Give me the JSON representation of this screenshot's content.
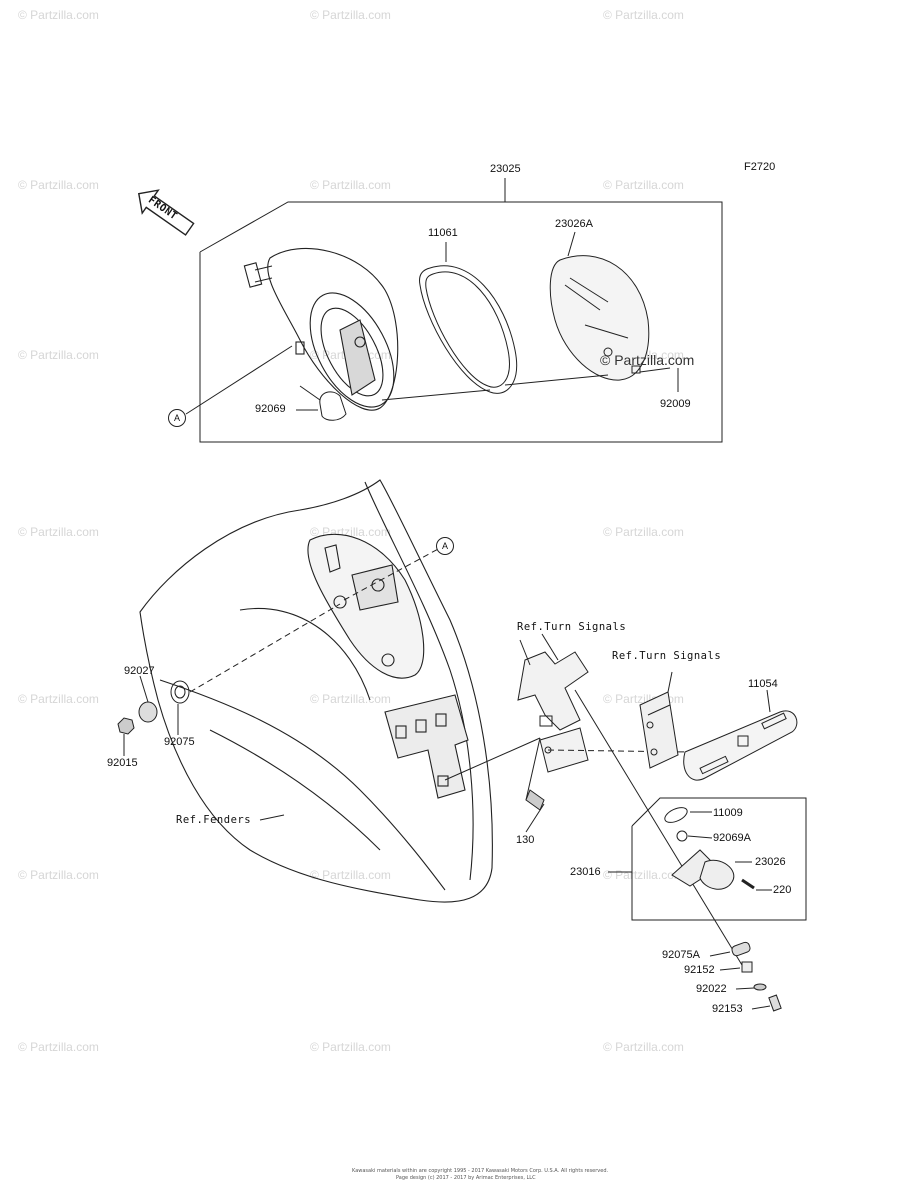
{
  "watermark": "© Partzilla.com",
  "figure_code": "F2720",
  "inline_watermark": "© Partzilla.com",
  "front_arrow": "FRONT",
  "callout_A": "A",
  "parts": {
    "p23025": "23025",
    "p11061": "11061",
    "p23026A": "23026A",
    "p92069": "92069",
    "p92009": "92009",
    "p92027": "92027",
    "p92075": "92075",
    "p92015": "92015",
    "p130": "130",
    "p11054": "11054",
    "p11009": "11009",
    "p92069A": "92069A",
    "p23026": "23026",
    "p220": "220",
    "p23016": "23016",
    "p92075A": "92075A",
    "p92152": "92152",
    "p92022": "92022",
    "p92153": "92153"
  },
  "refs": {
    "turn_signals_1": "Ref.Turn Signals",
    "turn_signals_2": "Ref.Turn Signals",
    "fenders": "Ref.Fenders"
  },
  "footer": {
    "line1": "Kawasaki materials within are copyright 1995 - 2017 Kawasaki Motors Corp. U.S.A. All rights reserved.",
    "line2": "Page design (c) 2017 - 2017 by Arimac Enterprises, LLC"
  }
}
